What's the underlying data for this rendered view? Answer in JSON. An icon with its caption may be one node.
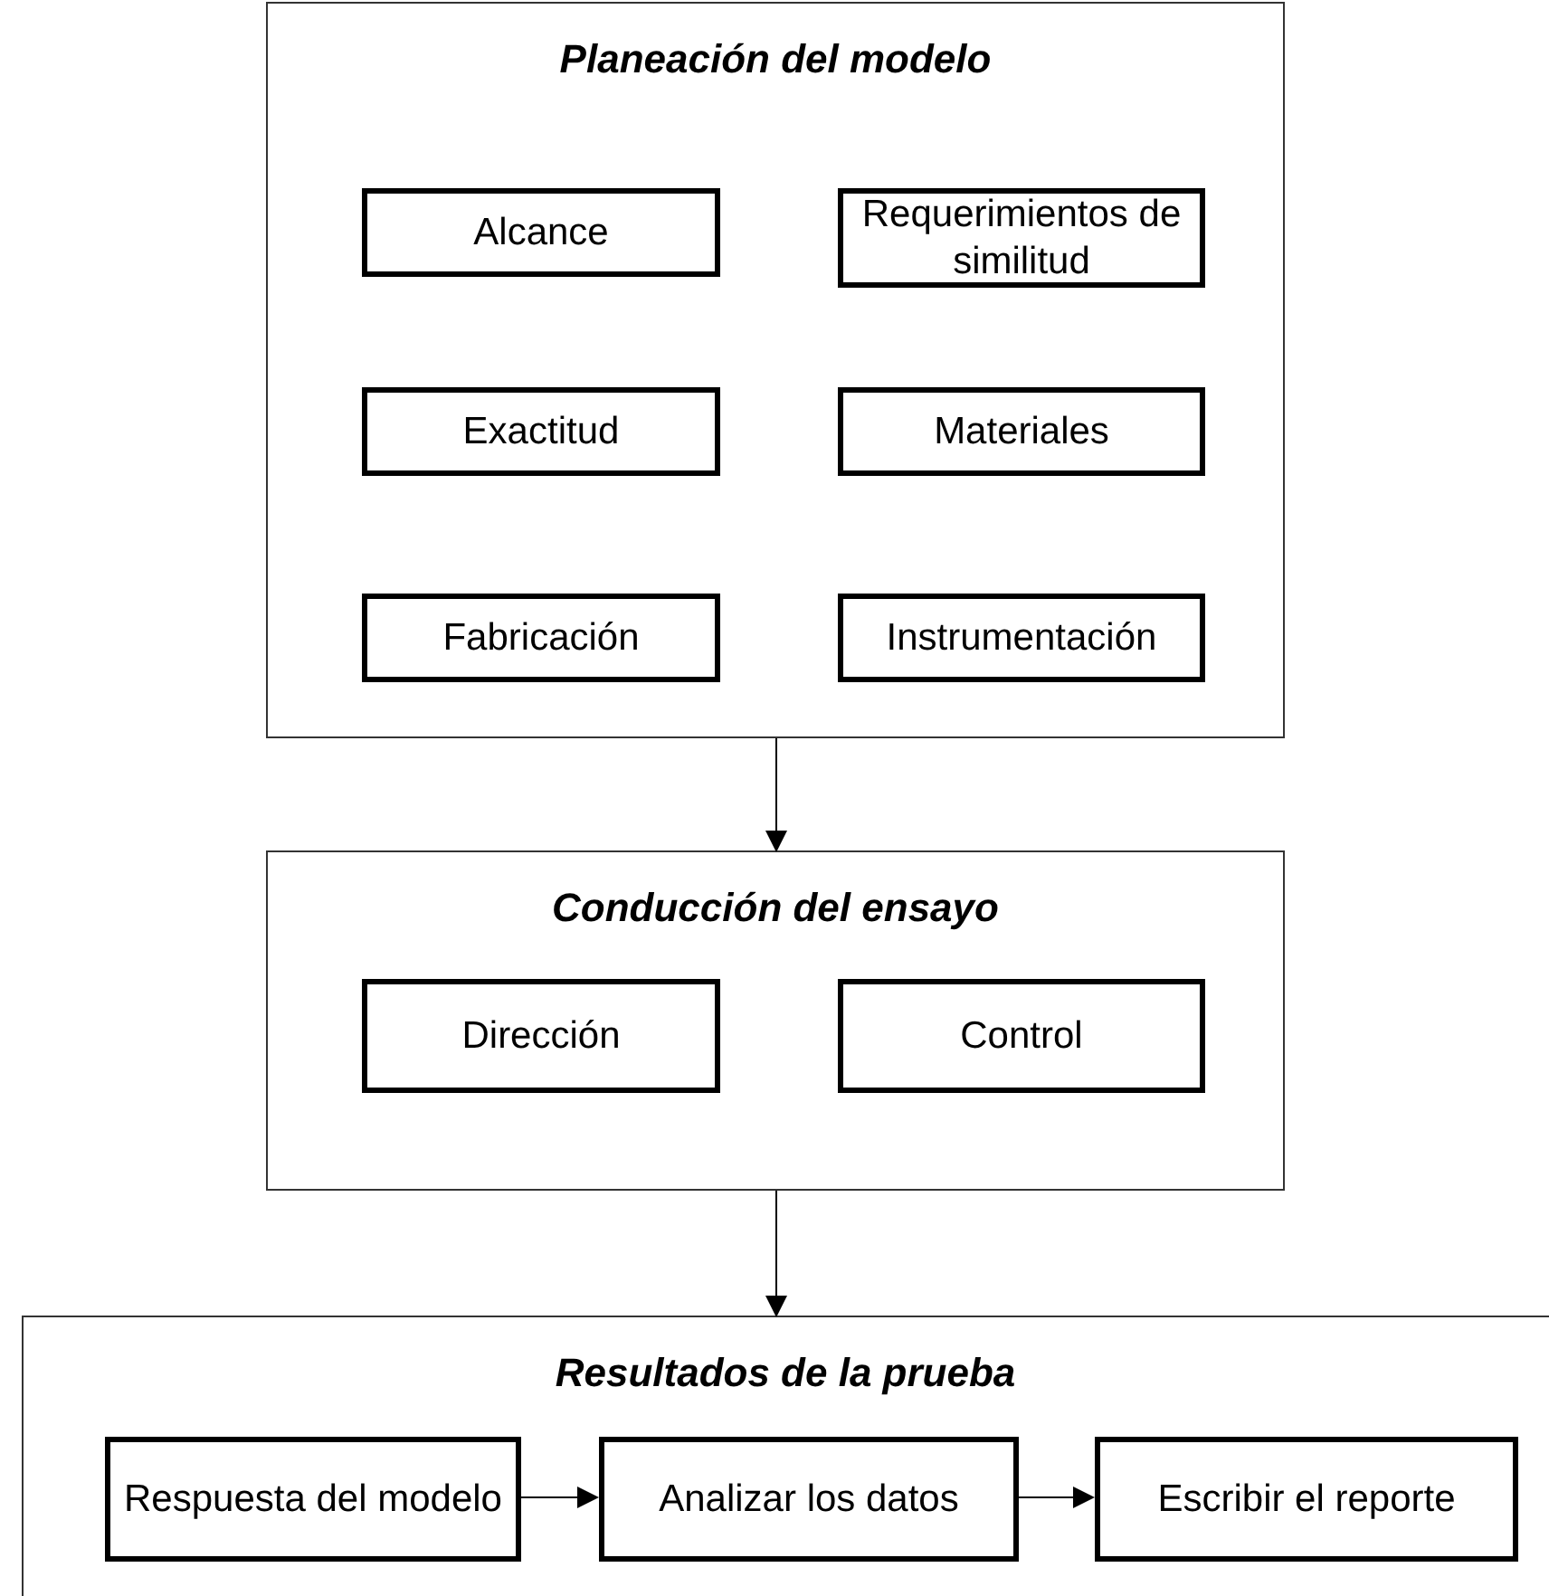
{
  "diagram": {
    "nodes": [
      {
        "text": [
          "Planeación del modelo"
        ]
      },
      {
        "text": [
          "Alcance"
        ],
        "in": 0
      },
      {
        "text": [
          "Requerimientos de similitud"
        ],
        "in": 0
      },
      {
        "text": [
          "Exactitud"
        ],
        "in": 0
      },
      {
        "text": [
          "Materiales"
        ],
        "in": 0
      },
      {
        "text": [
          "Fabricación"
        ],
        "in": 0
      },
      {
        "text": [
          "Instrumentación"
        ],
        "in": 0
      },
      {
        "text": [
          "Conducción del ensayo"
        ]
      },
      {
        "text": [
          "Dirección"
        ],
        "in": 7
      },
      {
        "text": [
          "Control"
        ],
        "in": 7
      },
      {
        "text": [
          "Resultados de la prueba"
        ]
      },
      {
        "text": [
          "Respuesta del modelo"
        ],
        "in": 10
      },
      {
        "text": [
          "Analizar los datos"
        ],
        "in": 10
      },
      {
        "text": [
          "Escribir el reporte"
        ],
        "in": 10
      }
    ],
    "edges": [
      {
        "from": 0,
        "to": 7,
        "arrow": "to"
      },
      {
        "from": 7,
        "to": 10,
        "arrow": "to"
      },
      {
        "from": 11,
        "to": 12,
        "arrow": "to"
      },
      {
        "from": 12,
        "to": 13,
        "arrow": "to"
      }
    ]
  }
}
